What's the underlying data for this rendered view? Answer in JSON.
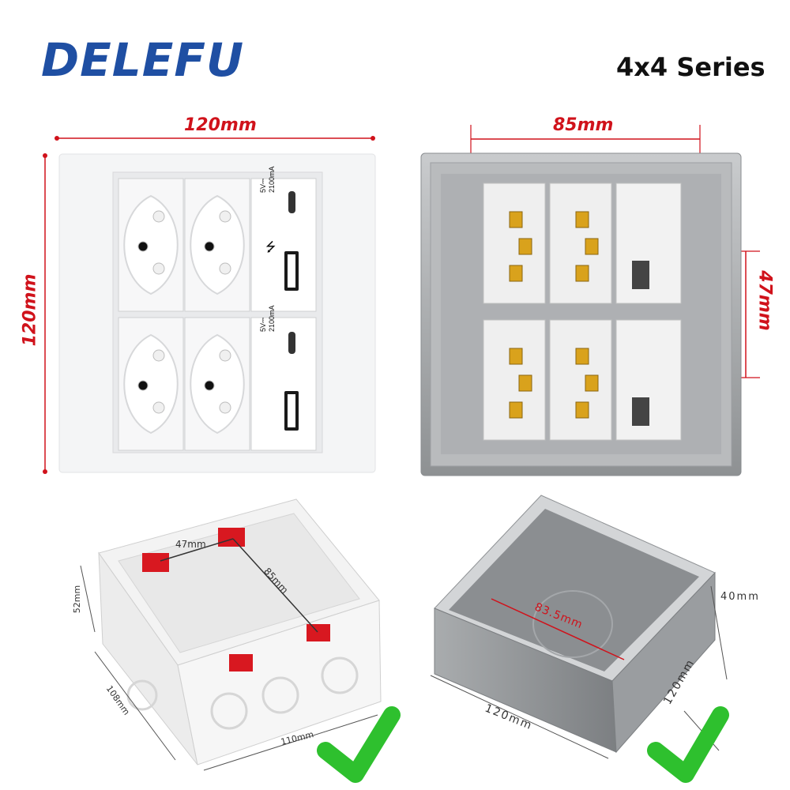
{
  "brand": {
    "logo_text": "DELEFU",
    "series_label": "4x4 Series"
  },
  "front_panel": {
    "width_label": "120mm",
    "height_label": "120mm",
    "usb_module_text_1": "5V⎓",
    "usb_module_text_2": "2100mA"
  },
  "back_panel": {
    "width_label": "85mm",
    "height_label": "47mm"
  },
  "plastic_box": {
    "label_47": "47mm",
    "label_85": "85mm",
    "label_52": "52mm",
    "label_108": "108mm",
    "label_110": "110mm"
  },
  "metal_box": {
    "label_835": "83.5mm",
    "label_40": "40mm",
    "label_120a": "120mm",
    "label_120b": "120mm"
  },
  "colors": {
    "brand_blue": "#1f4fa3",
    "dim_red": "#d0121b",
    "check_green": "#2ec02e"
  },
  "icons": [
    "usb-icon",
    "usb-c-port-icon",
    "check-mark-icon"
  ]
}
